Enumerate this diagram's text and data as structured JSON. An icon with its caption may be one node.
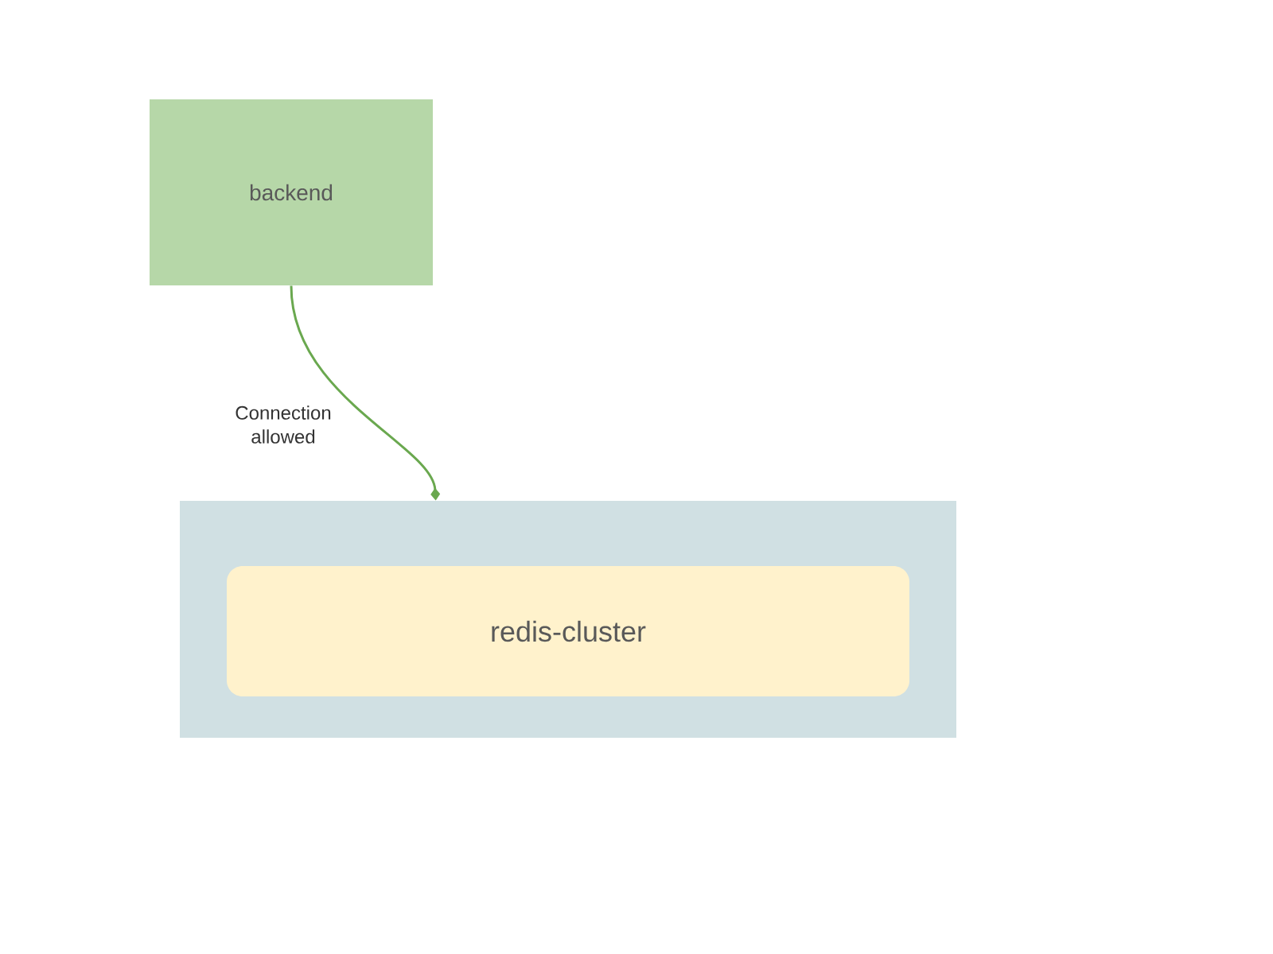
{
  "diagram": {
    "nodes": [
      {
        "text": [
          "backend"
        ]
      },
      {
        "text": [],
        "shape": "box"
      },
      {
        "text": [
          "redis-cluster"
        ],
        "in": 1
      }
    ],
    "edges": [
      {
        "from": 0,
        "to": 1,
        "arrow": "other",
        "label": "Connection allowed",
        "color": "#6aa84f"
      }
    ]
  }
}
